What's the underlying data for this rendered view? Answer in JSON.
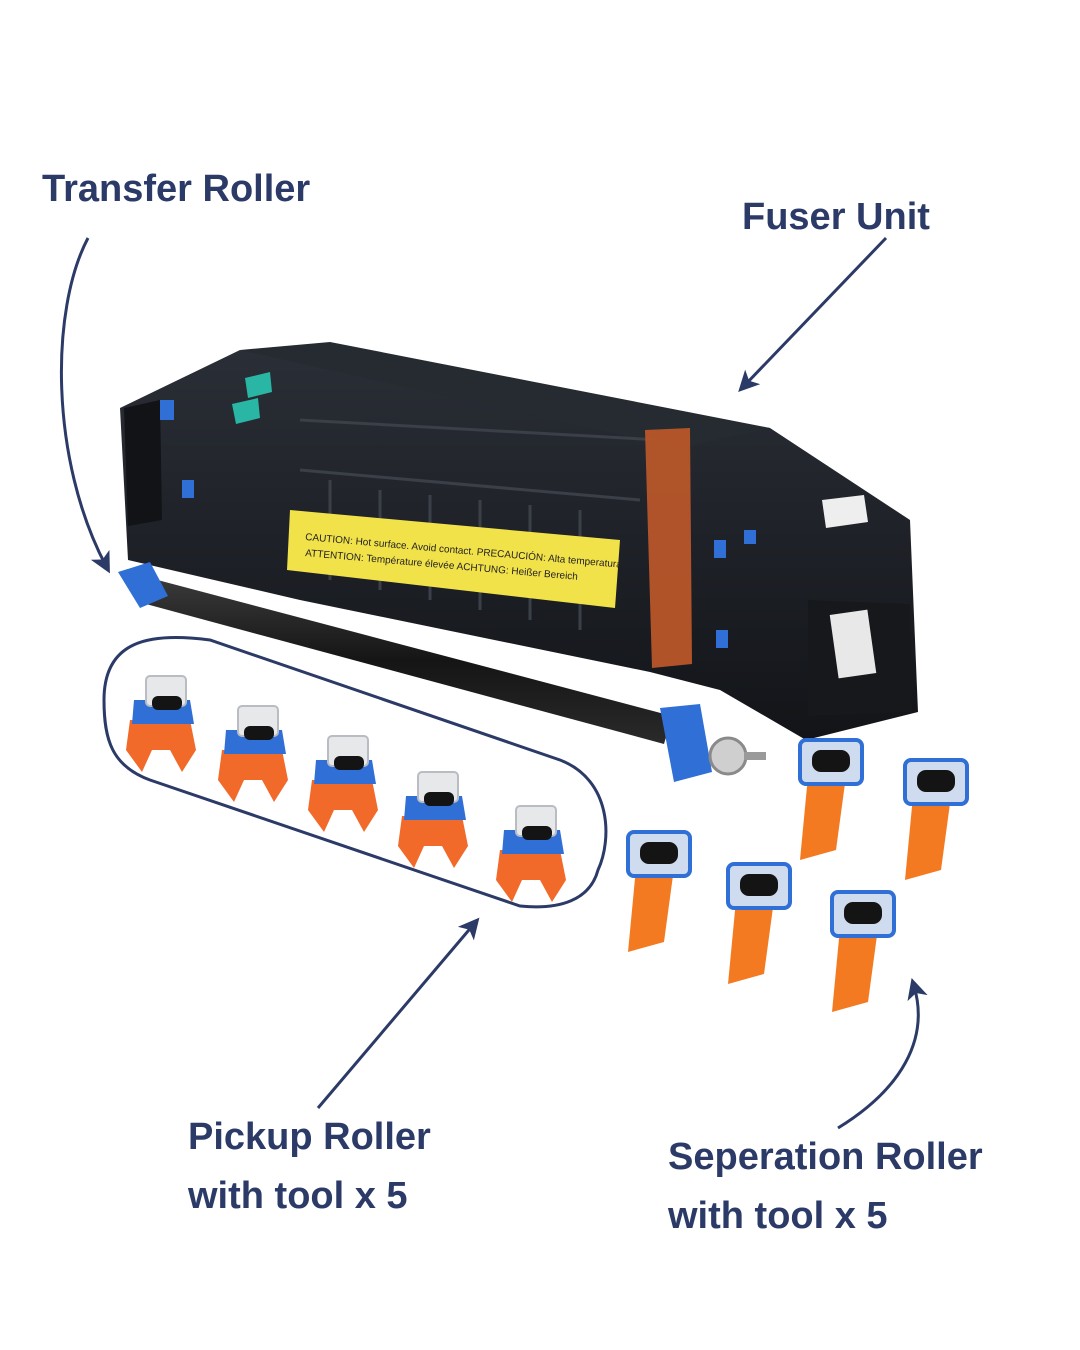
{
  "labels": {
    "transfer_roller": "Transfer Roller",
    "fuser_unit": "Fuser Unit",
    "pickup_roller": {
      "line1": "Pickup Roller",
      "line2": "with tool x 5"
    },
    "separation_roller": {
      "line1": "Seperation Roller",
      "line2": "with tool x 5"
    }
  },
  "fuser_warning": {
    "line1": "CAUTION: Hot surface. Avoid contact.   PRECAUCIÓN: Alta temperatura",
    "line2": "ATTENTION: Température élevée    ACHTUNG: Heißer Bereich"
  },
  "colors": {
    "label_text": "#2b3a67",
    "arrow": "#2b3a67",
    "fuser_body": "#1b1e24",
    "orange_tool": "#f26a2a",
    "blue_clip": "#2f6fd6",
    "warning_yellow": "#f2e24a",
    "copper_tape": "#b8562a"
  },
  "icons": [
    "arrow-transfer-icon",
    "arrow-fuser-icon",
    "arrow-pickup-icon",
    "arrow-separation-icon"
  ]
}
